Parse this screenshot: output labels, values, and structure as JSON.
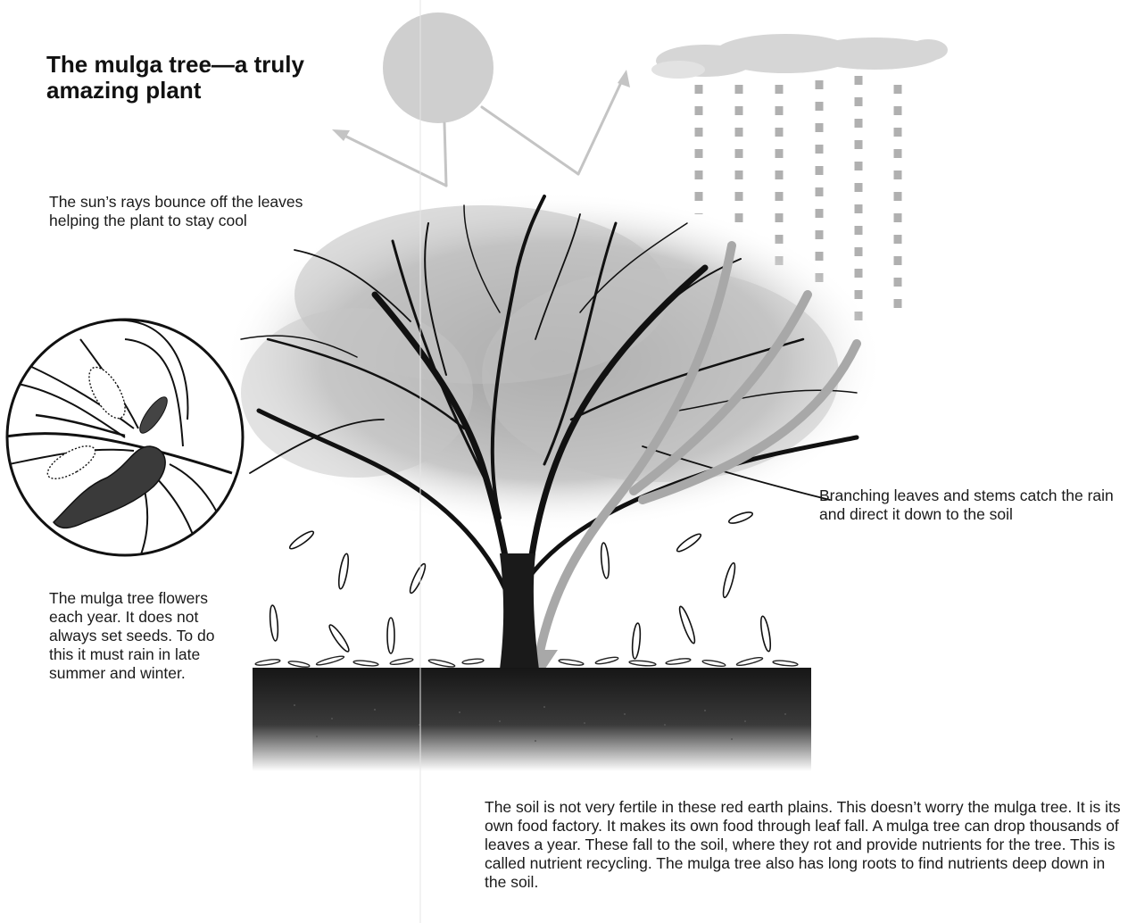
{
  "title": "The mulga tree—a truly amazing plant",
  "captions": {
    "sun": "The sun’s rays bounce off the leaves helping the plant to stay cool",
    "flower": "The mulga tree flowers each year. It does not always set seeds. To do this it must rain in late summer and winter.",
    "branching": "Branching leaves and stems catch the rain and direct it down to the soil",
    "soil": "The soil is not very fertile in these red earth plains. This doesn’t worry the mulga tree. It is its own food factory. It makes its own food through leaf fall. A mulga tree can drop thousands of leaves a year. These fall to the soil, where they rot and provide nutrients for the tree. This is called nutrient recycling. The mulga tree also has long roots to find nutrients deep down in the soil."
  },
  "colors": {
    "ink": "#111111",
    "sun": "#cfcfcf",
    "ray": "#c4c4c4",
    "rain": "#b0b0b0",
    "soil": "#1c1c1c"
  }
}
